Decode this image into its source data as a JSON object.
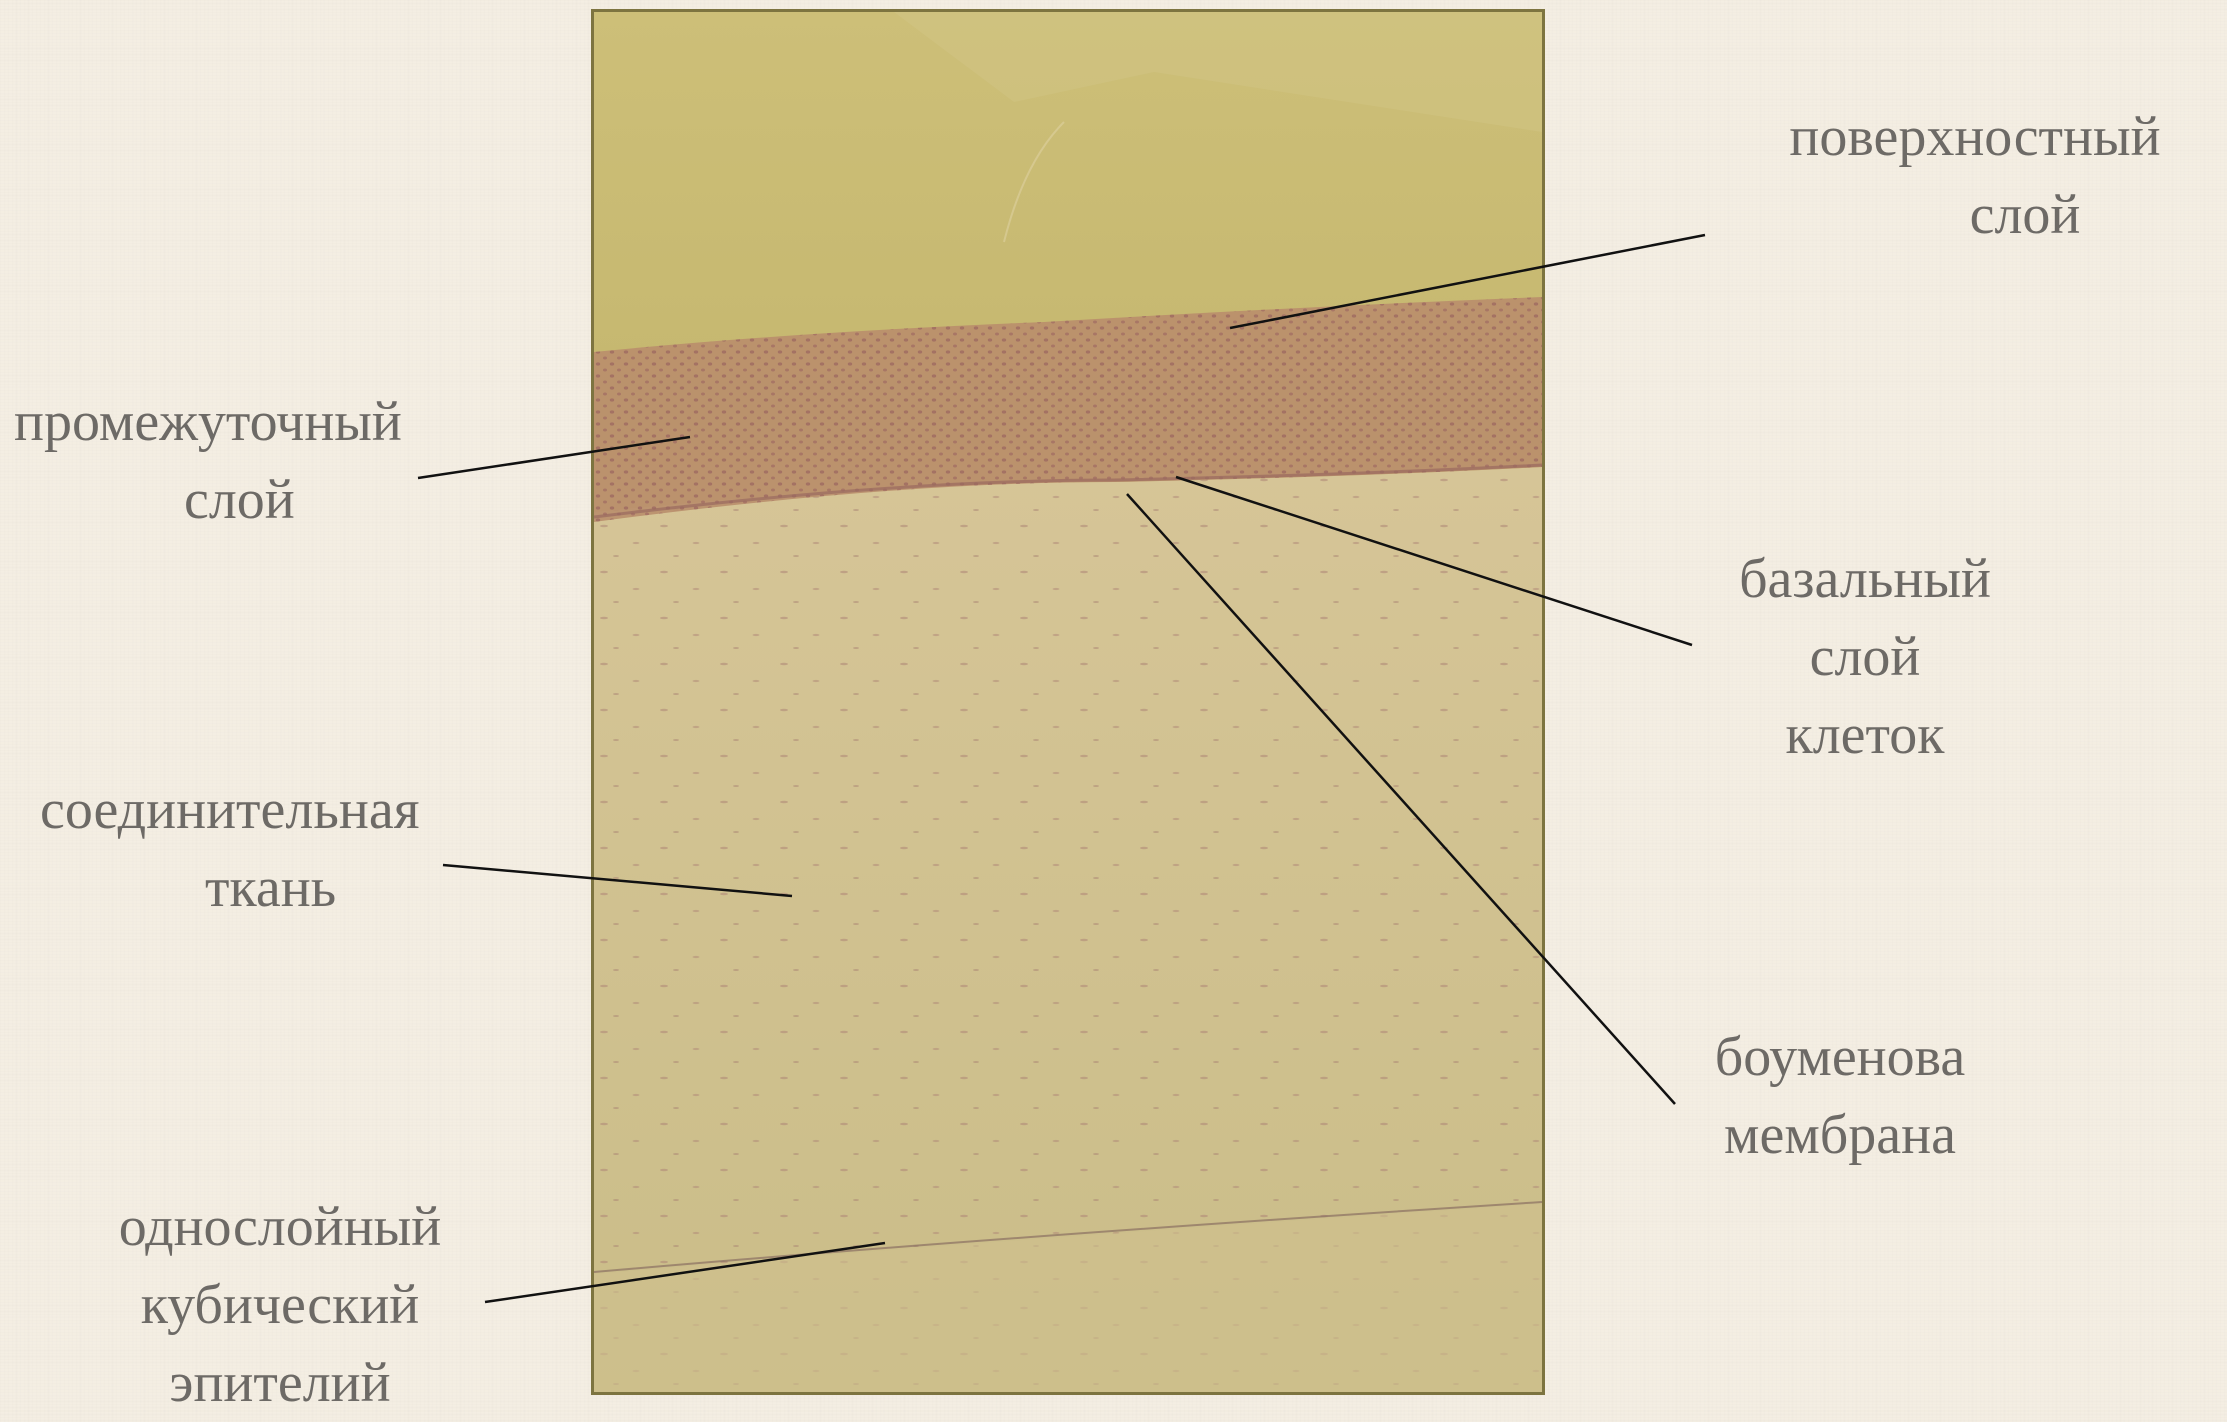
{
  "labels": {
    "surface_layer": {
      "line1": "поверхностный",
      "line2": "слой"
    },
    "intermediate_layer": {
      "line1": "промежуточный",
      "line2": "слой"
    },
    "basal_layer": {
      "line1": "базальный",
      "line2": "слой",
      "line3": "клеток"
    },
    "connective_tissue": {
      "line1": "соединительная",
      "line2": "ткань"
    },
    "bowman_membrane": {
      "line1": "боуменова",
      "line2": "мембрана"
    },
    "cuboidal_epithelium": {
      "line1": "однослойный",
      "line2": "кубический",
      "line3": "эпителий"
    }
  },
  "colors": {
    "background": "#f4eee3",
    "label_text": "#6d6a66",
    "leader_line": "#111111",
    "epithelium_band": "#b58a6c",
    "stroma": "#cfc08e",
    "photo_border": "#7d7440"
  }
}
